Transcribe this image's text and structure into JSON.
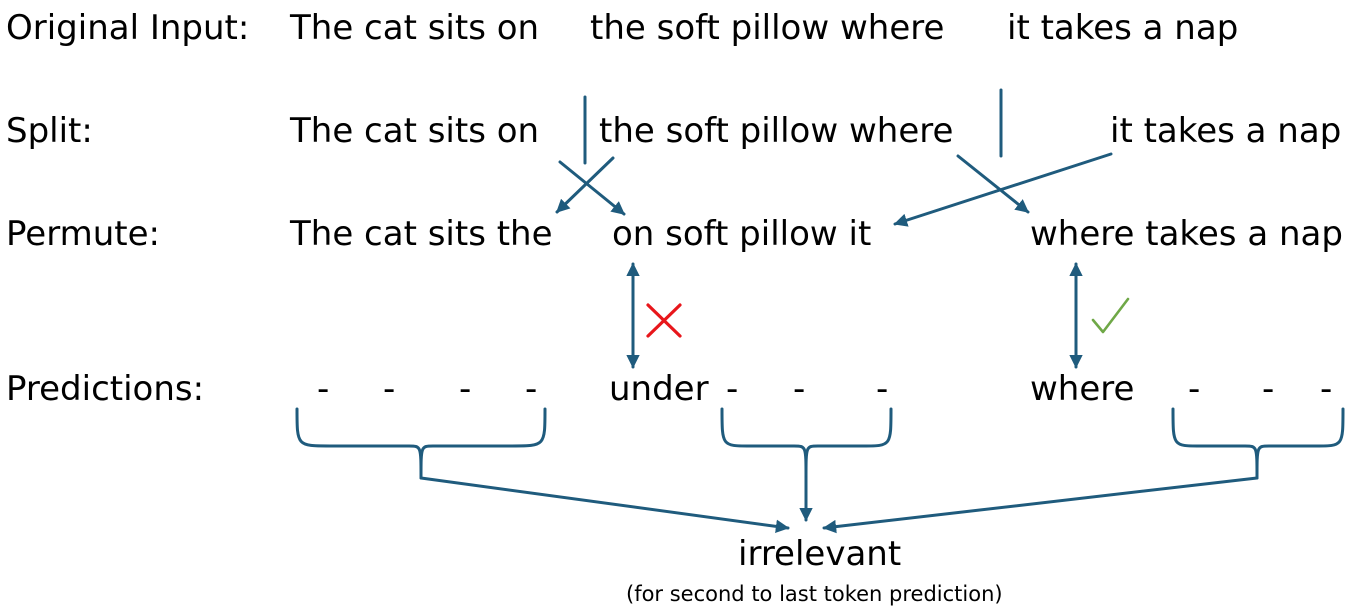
{
  "labels": {
    "original": "Original Input:",
    "split": "Split:",
    "permute": "Permute:",
    "predictions": "Predictions:"
  },
  "original_segments": [
    "The cat sits on",
    "the soft pillow where",
    "it takes a nap"
  ],
  "split_segments": [
    "The cat sits on",
    "the soft pillow where",
    "it takes a nap"
  ],
  "permute_segments": [
    "The cat sits the",
    "on soft pillow it",
    "where takes a nap"
  ],
  "predictions": {
    "group1": [
      "-",
      "-",
      "-",
      "-"
    ],
    "under": "under",
    "group2": [
      "-",
      "-",
      "-"
    ],
    "where": "where",
    "group3": [
      "-",
      "-",
      "-"
    ]
  },
  "result": {
    "label": "irrelevant",
    "note": "(for second to last token prediction)"
  },
  "colors": {
    "arrow": "#1f5b7d",
    "cross": "#e8161b",
    "check": "#6fa847",
    "text": "#000000"
  },
  "icons": {
    "wrong": "cross-icon",
    "correct": "check-icon"
  }
}
